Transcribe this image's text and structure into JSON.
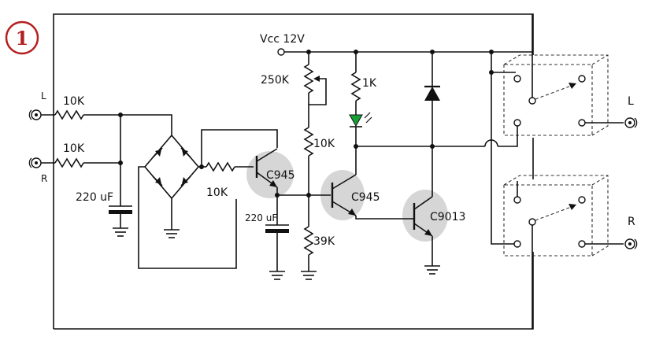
{
  "badge": "1",
  "labels": {
    "vcc": "Vcc 12V",
    "r_left": "10K",
    "r_right": "10K",
    "cap_left": "220 uF",
    "r_bridge": "10K",
    "pot": "250K",
    "r_mid": "10K",
    "r_bottom": "39K",
    "r_led": "1K",
    "cap_mid": "220 uF",
    "q1": "C945",
    "q2": "C945",
    "q3": "C9013",
    "in_l": "L",
    "in_r": "R",
    "out_l": "L",
    "out_r": "R"
  }
}
